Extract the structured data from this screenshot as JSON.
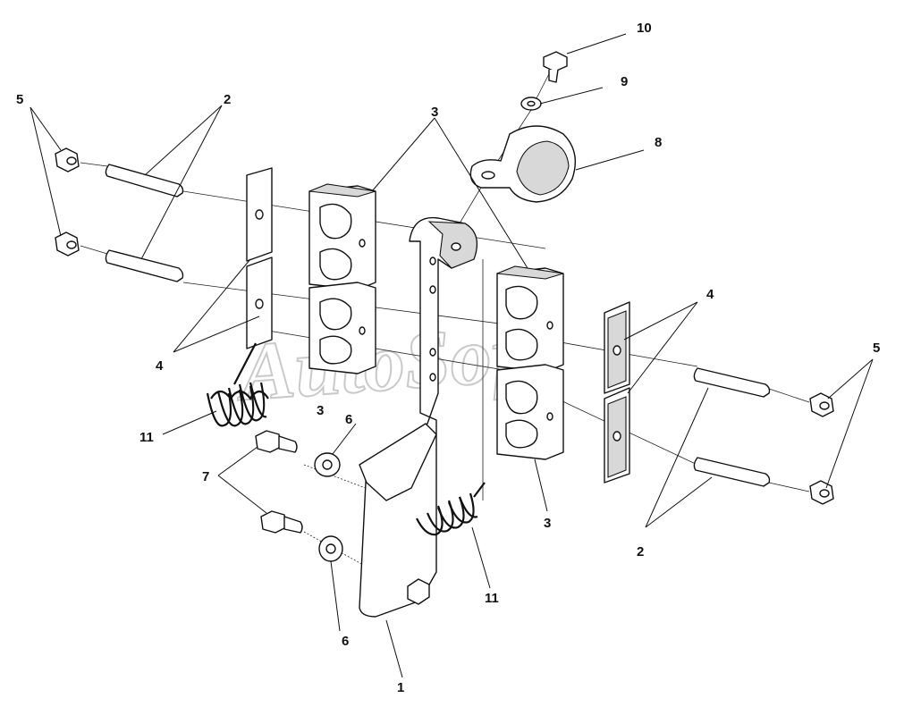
{
  "watermark": "AutoSoft",
  "callouts": {
    "lever": "1",
    "pin_upper_left": "2",
    "pin_lower_right": "2",
    "block_upper": "3",
    "block_left": "3",
    "block_right": "3",
    "plate_left": "4",
    "plate_right": "4",
    "nut_left": "5",
    "nut_right": "5",
    "washer_upper": "6",
    "washer_lower": "6",
    "bolt": "7",
    "clamp": "8",
    "small_washer": "9",
    "clamp_bolt": "10",
    "spring_left": "11",
    "spring_right": "11"
  },
  "colors": {
    "line": "#111111",
    "shade": "#d8d8d8",
    "watermark": "#c9c9c9"
  }
}
